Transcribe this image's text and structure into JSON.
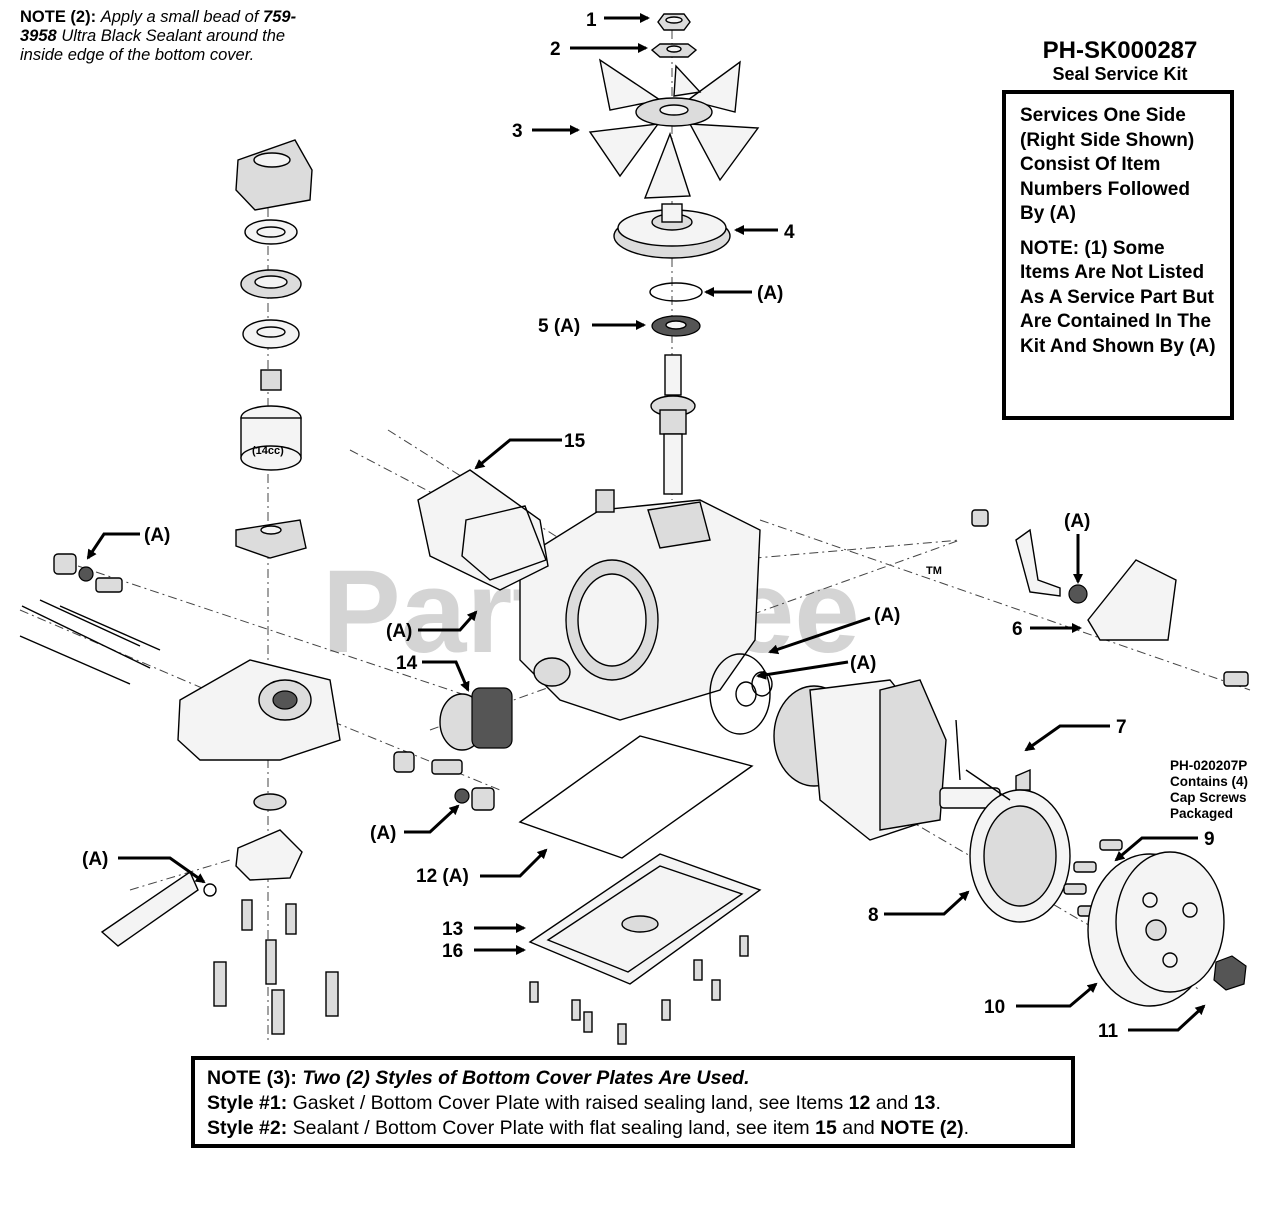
{
  "note2": {
    "label": "NOTE (2):",
    "text_a": "Apply a small bead of",
    "part_no": "759-3958",
    "text_b": "Ultra Black Sealant around the inside edge of the bottom cover."
  },
  "kit": {
    "title": "PH-SK000287",
    "subtitle": "Seal Service Kit",
    "box_line1": "Services One Side (Right Side Shown) Consist Of Item Numbers Followed By (A)",
    "box_line2": "NOTE: (1) Some Items Are Not Listed As A Service Part But Are Contained In The Kit And Shown By (A)"
  },
  "cap_screw_note": "PH-020207P Contains (4) Cap Screws Packaged",
  "watermark": "PartsTree",
  "watermark_tm": "TM",
  "part_size_label": "(14cc)",
  "callouts": {
    "c1": "1",
    "c2": "2",
    "c3": "3",
    "c4": "4",
    "c4a": "(A)",
    "c5": "5 (A)",
    "c15": "15",
    "cA_left": "(A)",
    "cA_gasket": "(A)",
    "c14": "14",
    "cA_oring1": "(A)",
    "cA_oring2": "(A)",
    "cA_right": "(A)",
    "c6": "6",
    "c7": "7",
    "c9": "9",
    "c8": "8",
    "c10": "10",
    "c11": "11",
    "c12": "12 (A)",
    "c13": "13",
    "c16": "16",
    "cA_seal": "(A)",
    "cA_bottom": "(A)"
  },
  "note3": {
    "label": "NOTE (3):",
    "title": "Two (2) Styles of Bottom Cover Plates Are Used.",
    "style1_label": "Style #1:",
    "style1_text": "Gasket / Bottom Cover Plate with raised sealing land, see Items",
    "style1_item_a": "12",
    "style1_and": "and",
    "style1_item_b": "13",
    "style1_end": ".",
    "style2_label": "Style #2:",
    "style2_text": "Sealant / Bottom Cover Plate with flat sealing land, see item",
    "style2_item": "15",
    "style2_and": "and",
    "style2_note": "NOTE (2)",
    "style2_end": "."
  }
}
